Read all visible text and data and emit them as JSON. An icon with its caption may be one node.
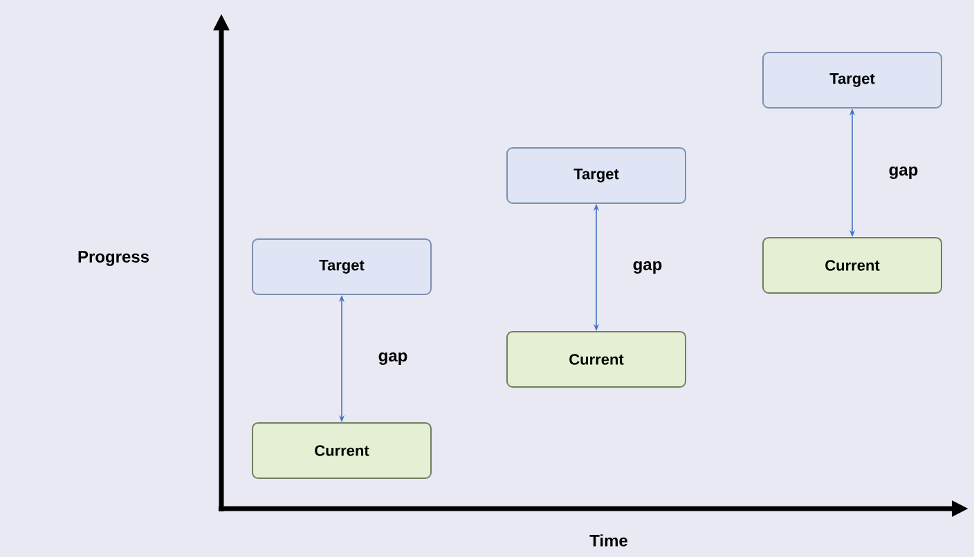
{
  "diagram": {
    "nodes": [
      {
        "text": [
          "Target"
        ]
      },
      {
        "text": [
          "Current"
        ]
      },
      {
        "text": [
          "Target"
        ]
      },
      {
        "text": [
          "Current"
        ]
      },
      {
        "text": [
          "Target"
        ]
      },
      {
        "text": [
          "Current"
        ]
      }
    ],
    "edges": [
      {
        "from": 1,
        "to": 0,
        "arrow": "both",
        "label": "gap"
      },
      {
        "from": 3,
        "to": 2,
        "arrow": "both",
        "label": "gap"
      },
      {
        "from": 5,
        "to": 4,
        "arrow": "both",
        "label": "gap"
      }
    ],
    "labels": [
      "Progress",
      "Time"
    ]
  }
}
